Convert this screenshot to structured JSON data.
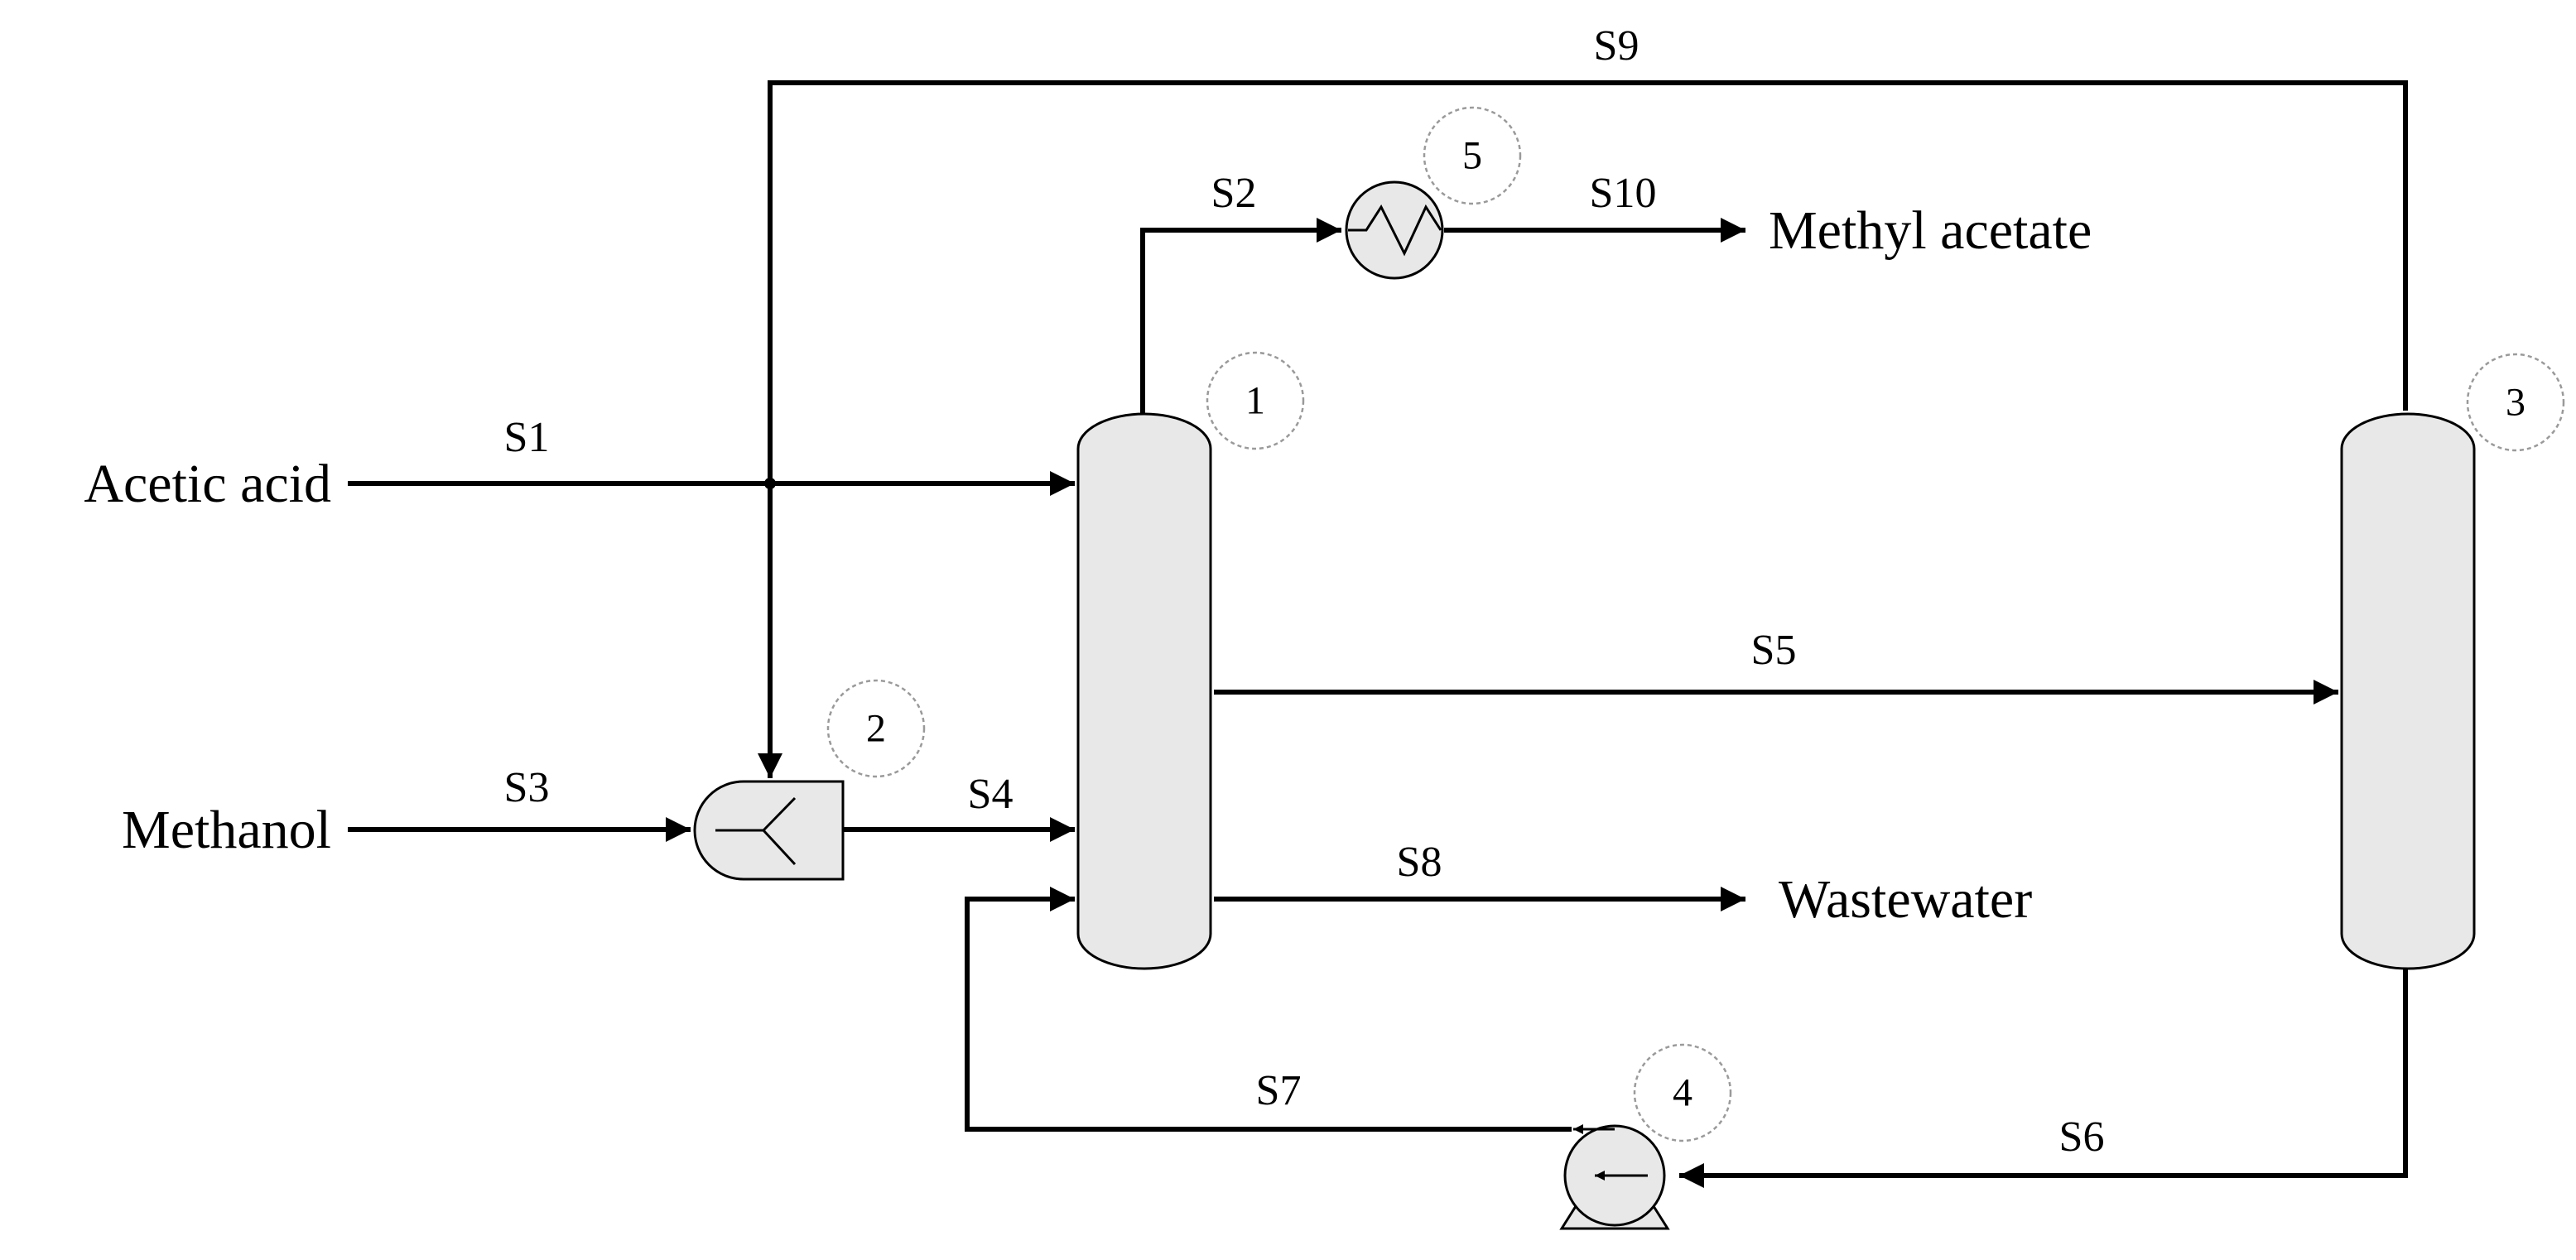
{
  "external_streams": {
    "acetic_acid": "Acetic acid",
    "methanol": "Methanol",
    "methyl_acetate": "Methyl acetate",
    "wastewater": "Wastewater"
  },
  "streams": {
    "s1": "S1",
    "s2": "S2",
    "s3": "S3",
    "s4": "S4",
    "s5": "S5",
    "s6": "S6",
    "s7": "S7",
    "s8": "S8",
    "s9": "S9",
    "s10": "S10"
  },
  "units": {
    "u1": "1",
    "u2": "2",
    "u3": "3",
    "u4": "4",
    "u5": "5"
  }
}
